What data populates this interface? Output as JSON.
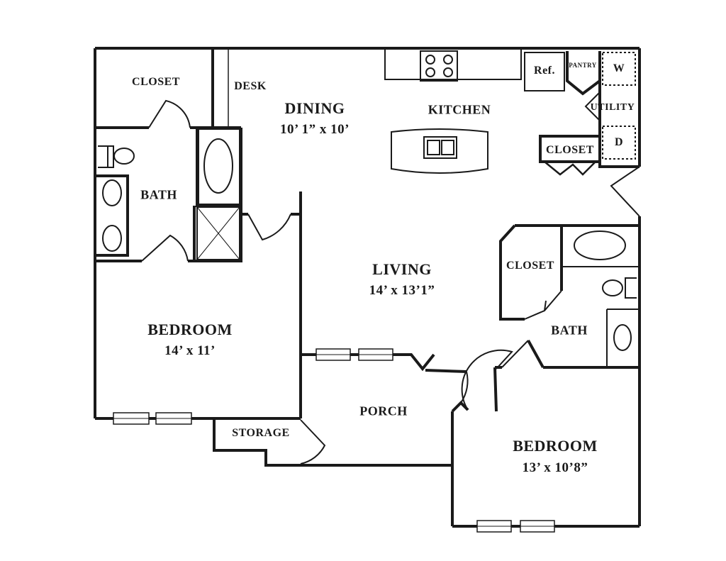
{
  "rooms": {
    "closet_nw": "CLOSET",
    "desk": "DESK",
    "dining": {
      "name": "DINING",
      "size": "10’ 1” x 10’"
    },
    "kitchen": "KITCHEN",
    "refrigerator": "Ref.",
    "pantry": "PANTRY",
    "washer": "W",
    "utility": "UTILITY",
    "dryer": "D",
    "closet_kitchen": "CLOSET",
    "bath_west": "BATH",
    "living": {
      "name": "LIVING",
      "size": "14’ x 13’1”"
    },
    "closet_east": "CLOSET",
    "bath_east": "BATH",
    "bedroom_west": {
      "name": "BEDROOM",
      "size": "14’ x 11’"
    },
    "porch": "PORCH",
    "storage": "STORAGE",
    "bedroom_east": {
      "name": "BEDROOM",
      "size": "13’ x 10’8”"
    }
  },
  "colors": {
    "wall": "#1a1a1a",
    "background": "#ffffff"
  }
}
